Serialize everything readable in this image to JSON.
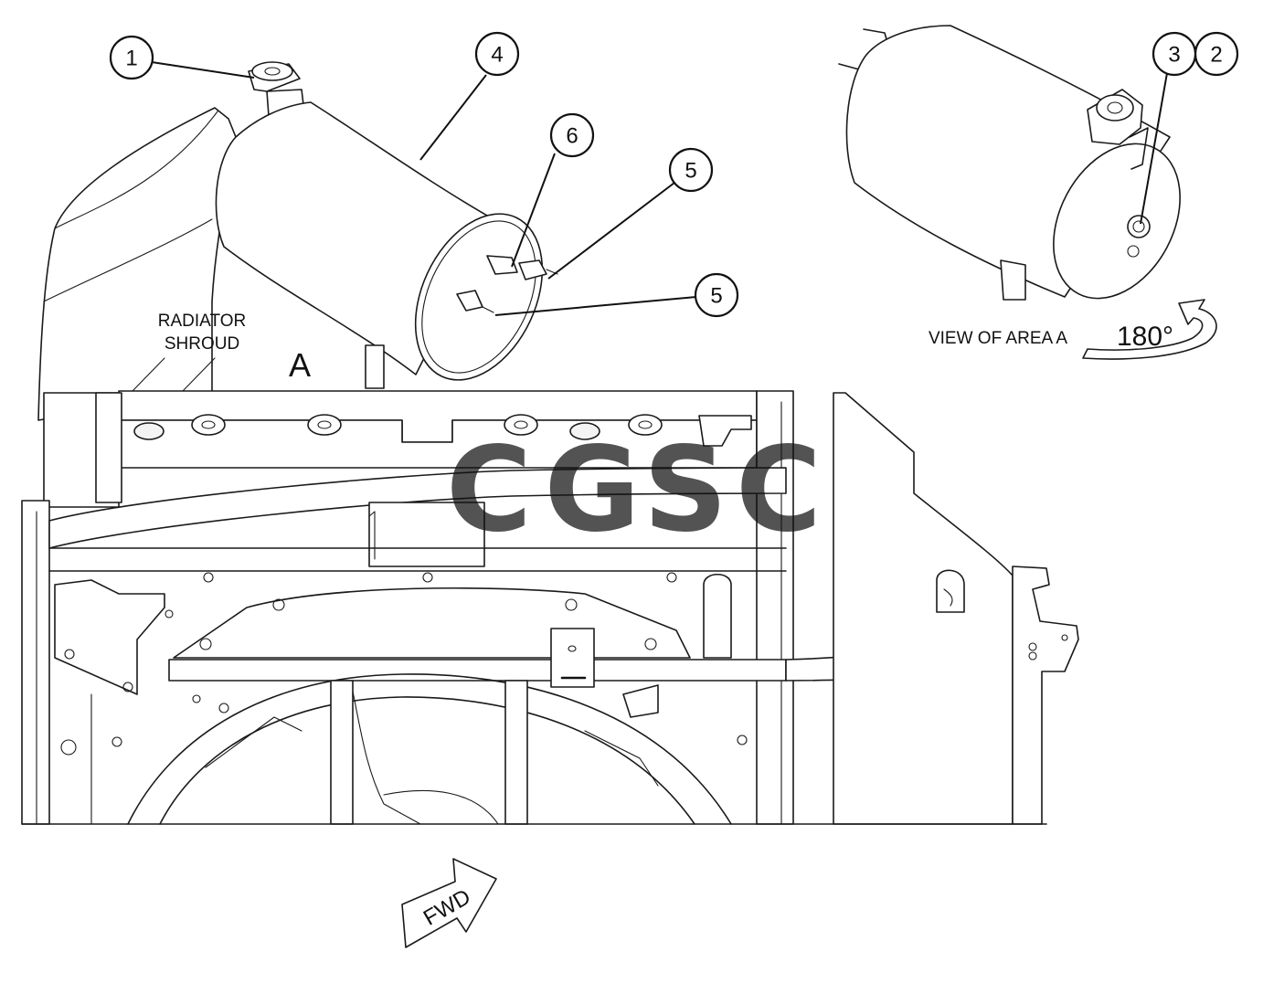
{
  "callouts": [
    {
      "id": "c1",
      "label": "1"
    },
    {
      "id": "c2",
      "label": "2"
    },
    {
      "id": "c3",
      "label": "3"
    },
    {
      "id": "c4",
      "label": "4"
    },
    {
      "id": "c5a",
      "label": "5"
    },
    {
      "id": "c5b",
      "label": "5"
    },
    {
      "id": "c6",
      "label": "6"
    }
  ],
  "labels": {
    "radiator_line1": "RADIATOR",
    "radiator_line2": "SHROUD",
    "area_marker": "A",
    "view_title": "VIEW OF AREA A",
    "rotation": "180°",
    "fwd": "FWD"
  },
  "watermark": {
    "letters": [
      {
        "char": "C",
        "color": "#6aa5f7"
      },
      {
        "char": "G",
        "color": "#f4877f"
      },
      {
        "char": "S",
        "color": "#f9d65c"
      },
      {
        "char": "C",
        "color": "#5fbf86"
      }
    ]
  }
}
